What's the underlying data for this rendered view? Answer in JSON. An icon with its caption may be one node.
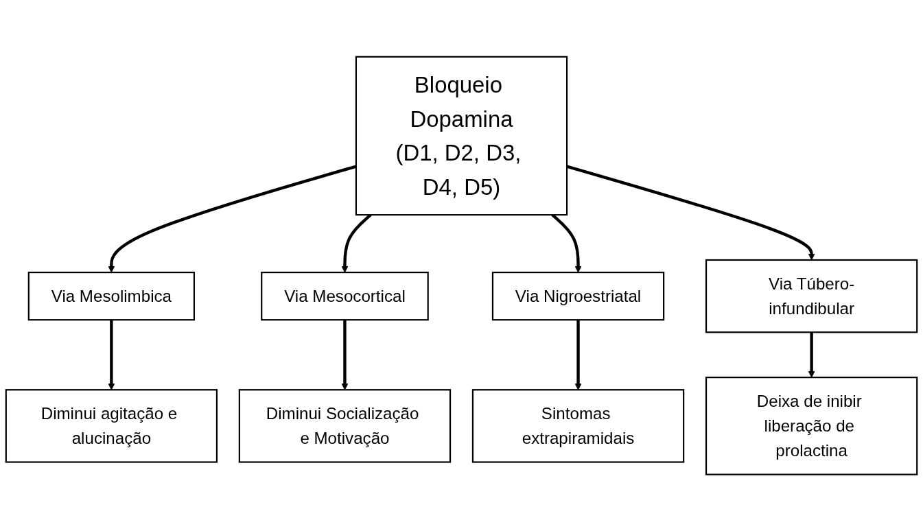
{
  "diagram": {
    "nodes": [
      {
        "text": [
          "Bloqueio Dopamina",
          "(D1, D2, D3, D4, D5)"
        ]
      },
      {
        "text": [
          "Via Mesolimbica"
        ]
      },
      {
        "text": [
          "Via Mesocortical"
        ]
      },
      {
        "text": [
          "Via Nigroestriatal"
        ]
      },
      {
        "text": [
          "Via Túbero-infundibular"
        ]
      },
      {
        "text": [
          "Diminui agitação e alucinação"
        ]
      },
      {
        "text": [
          "Diminui Socialização e Motivação"
        ]
      },
      {
        "text": [
          "Sintomas extrapiramidais"
        ]
      },
      {
        "text": [
          "Deixa de inibir liberação de prolactina"
        ]
      }
    ],
    "edges": [
      {
        "from": 0,
        "to": 1,
        "arrow": "to"
      },
      {
        "from": 0,
        "to": 2,
        "arrow": "to"
      },
      {
        "from": 0,
        "to": 3,
        "arrow": "to"
      },
      {
        "from": 0,
        "to": 4,
        "arrow": "to"
      },
      {
        "from": 1,
        "to": 5,
        "arrow": "to"
      },
      {
        "from": 2,
        "to": 6,
        "arrow": "to"
      },
      {
        "from": 3,
        "to": 7,
        "arrow": "to"
      },
      {
        "from": 4,
        "to": 8,
        "arrow": "to"
      }
    ]
  }
}
